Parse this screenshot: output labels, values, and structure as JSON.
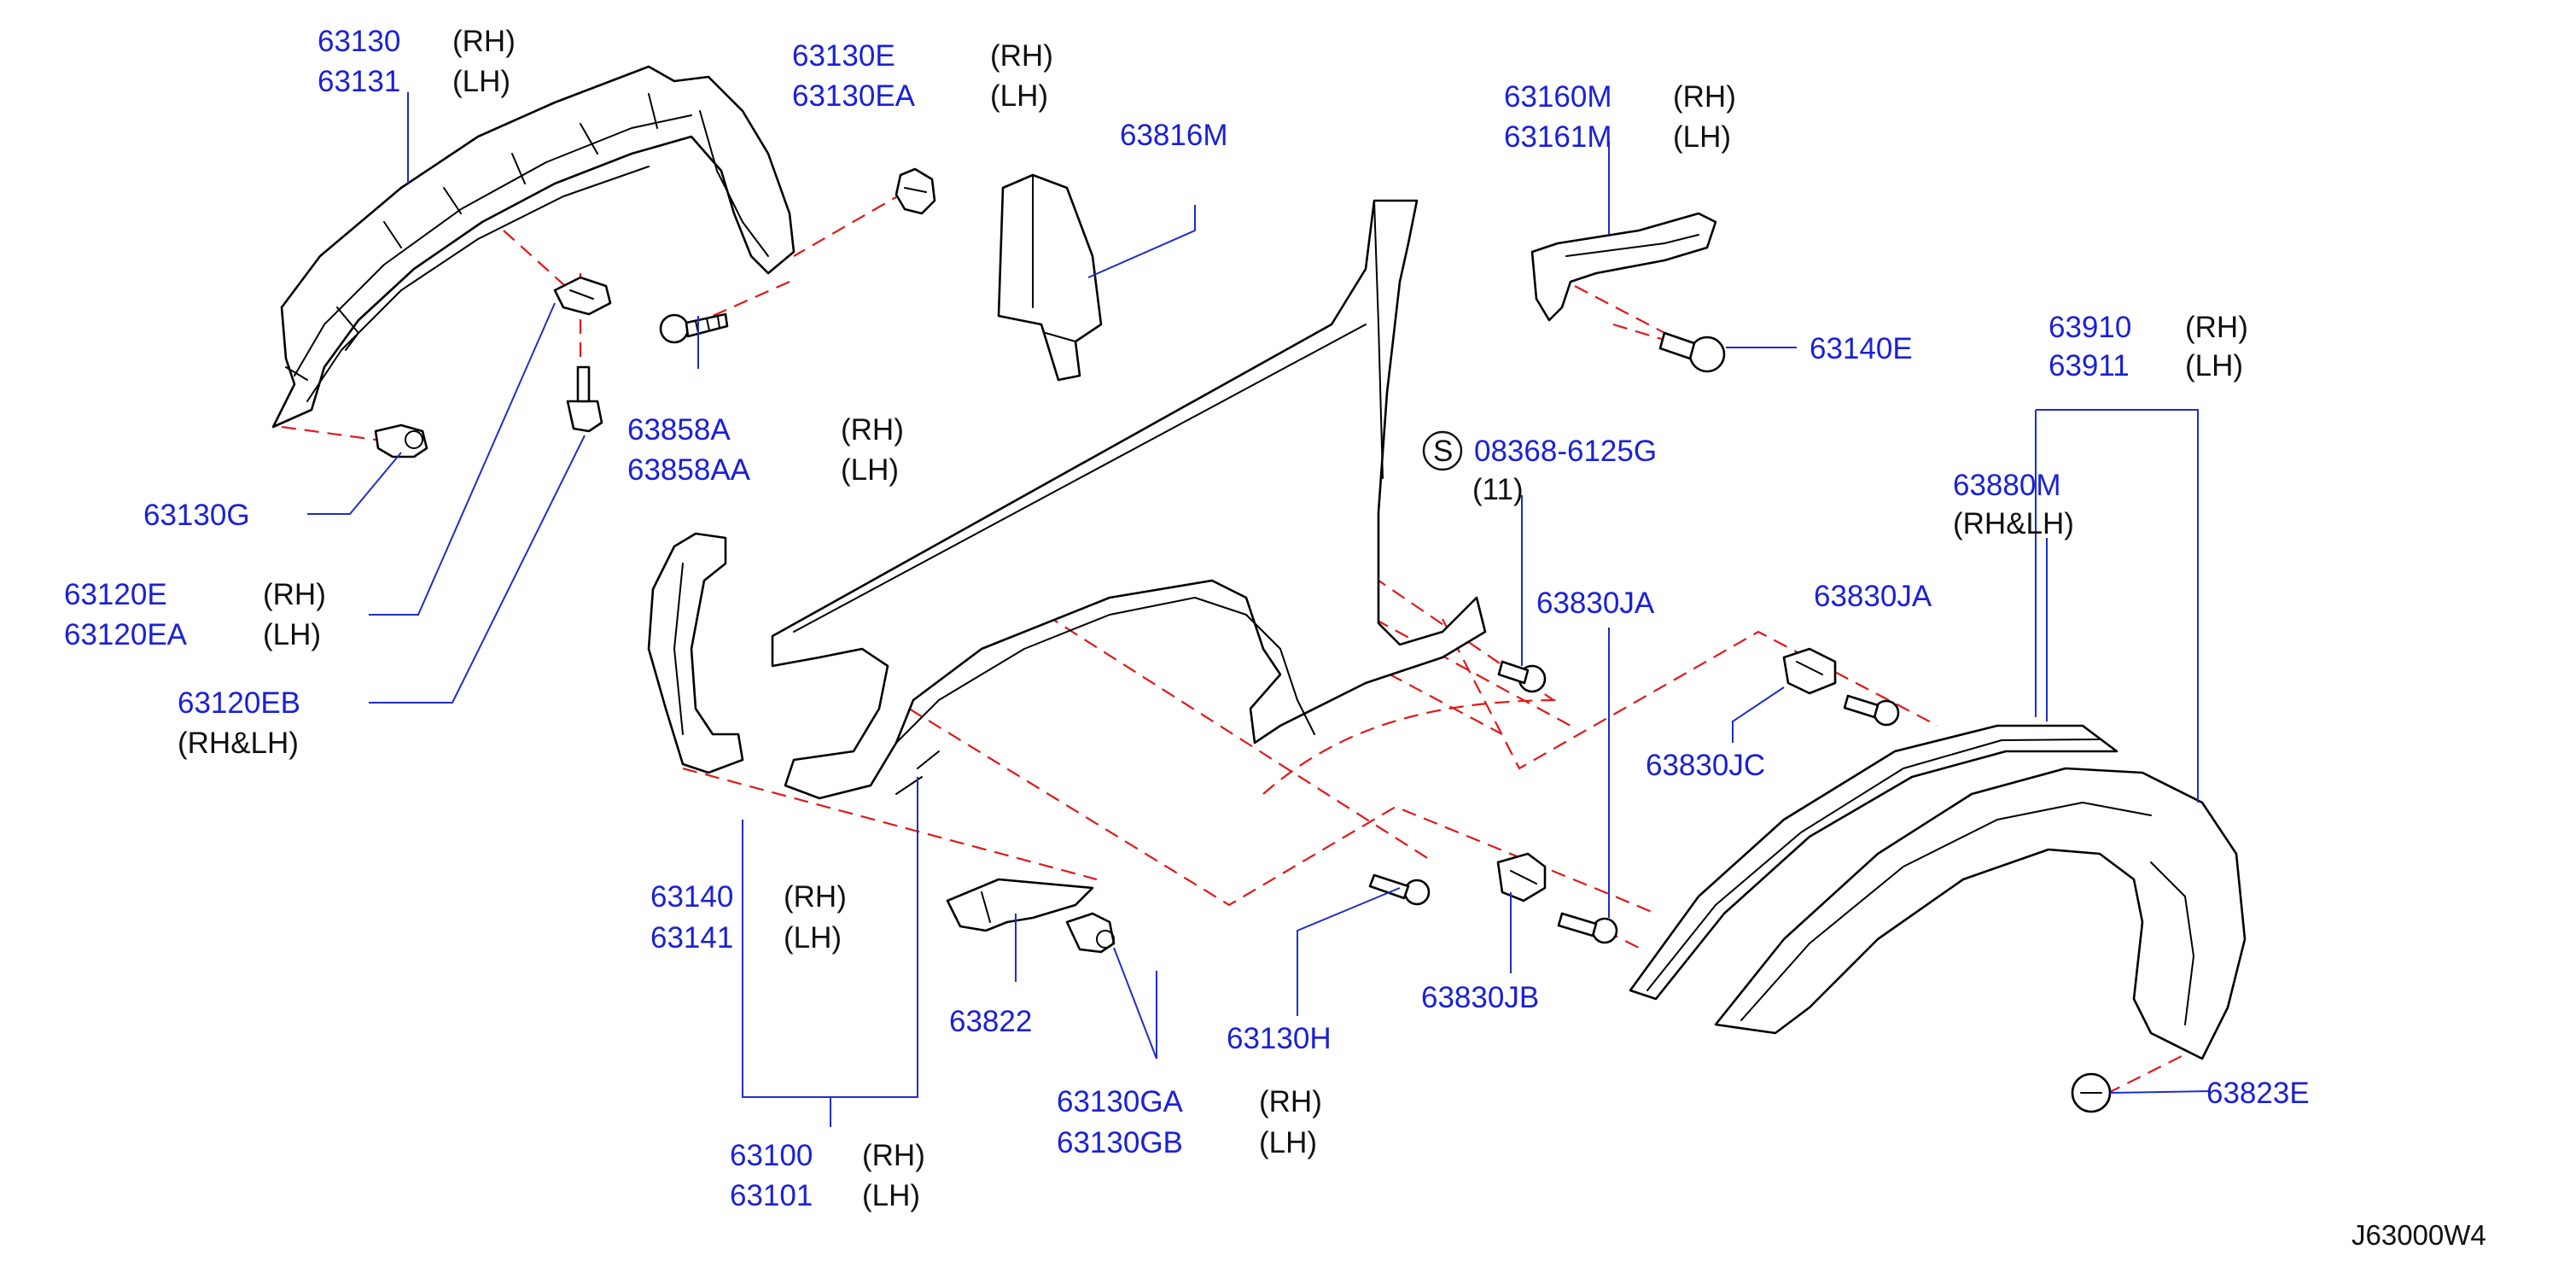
{
  "diagram_ref": "J63000W4",
  "callouts": [
    {
      "id": "c63130",
      "numbers": [
        "63130",
        "63131"
      ],
      "sides": [
        "(RH)",
        "(LH)"
      ]
    },
    {
      "id": "c63130E",
      "numbers": [
        "63130E",
        "63130EA"
      ],
      "sides": [
        "(RH)",
        "(LH)"
      ]
    },
    {
      "id": "c63816M",
      "numbers": [
        "63816M"
      ],
      "sides": []
    },
    {
      "id": "c63160M",
      "numbers": [
        "63160M",
        "63161M"
      ],
      "sides": [
        "(RH)",
        "(LH)"
      ]
    },
    {
      "id": "c63140E",
      "numbers": [
        "63140E"
      ],
      "sides": []
    },
    {
      "id": "c63910",
      "numbers": [
        "63910",
        "63911"
      ],
      "sides": [
        "(RH)",
        "(LH)"
      ]
    },
    {
      "id": "c63880M",
      "numbers": [
        "63880M"
      ],
      "sides": [
        "(RH&LH)"
      ]
    },
    {
      "id": "c08368",
      "numbers": [
        "08368-6125G"
      ],
      "sides": [],
      "symbol": "S",
      "qty": "(11)"
    },
    {
      "id": "c63830JA1",
      "numbers": [
        "63830JA"
      ],
      "sides": []
    },
    {
      "id": "c63830JA2",
      "numbers": [
        "63830JA"
      ],
      "sides": []
    },
    {
      "id": "c63830JC",
      "numbers": [
        "63830JC"
      ],
      "sides": []
    },
    {
      "id": "c63858A",
      "numbers": [
        "63858A",
        "63858AA"
      ],
      "sides": [
        "(RH)",
        "(LH)"
      ]
    },
    {
      "id": "c63130G",
      "numbers": [
        "63130G"
      ],
      "sides": []
    },
    {
      "id": "c63120E",
      "numbers": [
        "63120E",
        "63120EA"
      ],
      "sides": [
        "(RH)",
        "(LH)"
      ]
    },
    {
      "id": "c63120EB",
      "numbers": [
        "63120EB"
      ],
      "sides": [
        "(RH&LH)"
      ]
    },
    {
      "id": "c63140",
      "numbers": [
        "63140",
        "63141"
      ],
      "sides": [
        "(RH)",
        "(LH)"
      ]
    },
    {
      "id": "c63822",
      "numbers": [
        "63822"
      ],
      "sides": []
    },
    {
      "id": "c63130GA",
      "numbers": [
        "63130GA",
        "63130GB"
      ],
      "sides": [
        "(RH)",
        "(LH)"
      ]
    },
    {
      "id": "c63130H",
      "numbers": [
        "63130H"
      ],
      "sides": []
    },
    {
      "id": "c63830JB",
      "numbers": [
        "63830JB"
      ],
      "sides": []
    },
    {
      "id": "c63100",
      "numbers": [
        "63100",
        "63101"
      ],
      "sides": [
        "(RH)",
        "(LH)"
      ]
    },
    {
      "id": "c63823E",
      "numbers": [
        "63823E"
      ],
      "sides": []
    }
  ]
}
